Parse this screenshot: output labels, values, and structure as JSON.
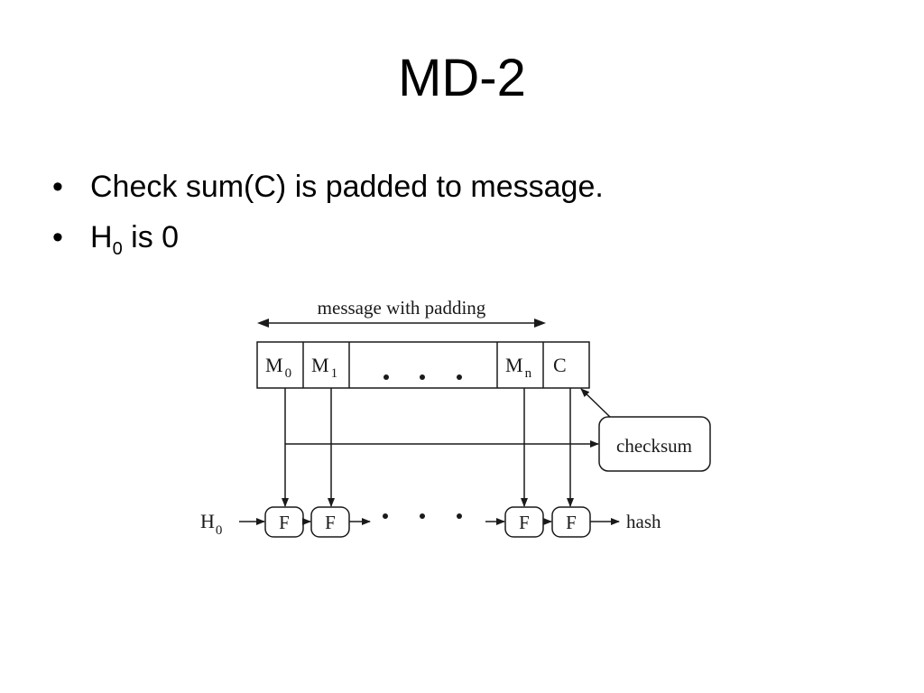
{
  "slide": {
    "title": "MD-2",
    "bullets": [
      {
        "text": "Check sum(C) is padded to message."
      },
      {
        "main": "H",
        "sub": "0",
        "rest": " is 0"
      }
    ]
  },
  "diagram": {
    "top_label": "message with padding",
    "blocks": [
      {
        "main": "M",
        "sub": "0"
      },
      {
        "main": "M",
        "sub": "1"
      },
      {
        "main": "M",
        "sub": "n"
      },
      {
        "main": "C",
        "sub": ""
      }
    ],
    "checksum_label": "checksum",
    "h0": {
      "main": "H",
      "sub": "0"
    },
    "f_label": "F",
    "output_label": "hash"
  }
}
